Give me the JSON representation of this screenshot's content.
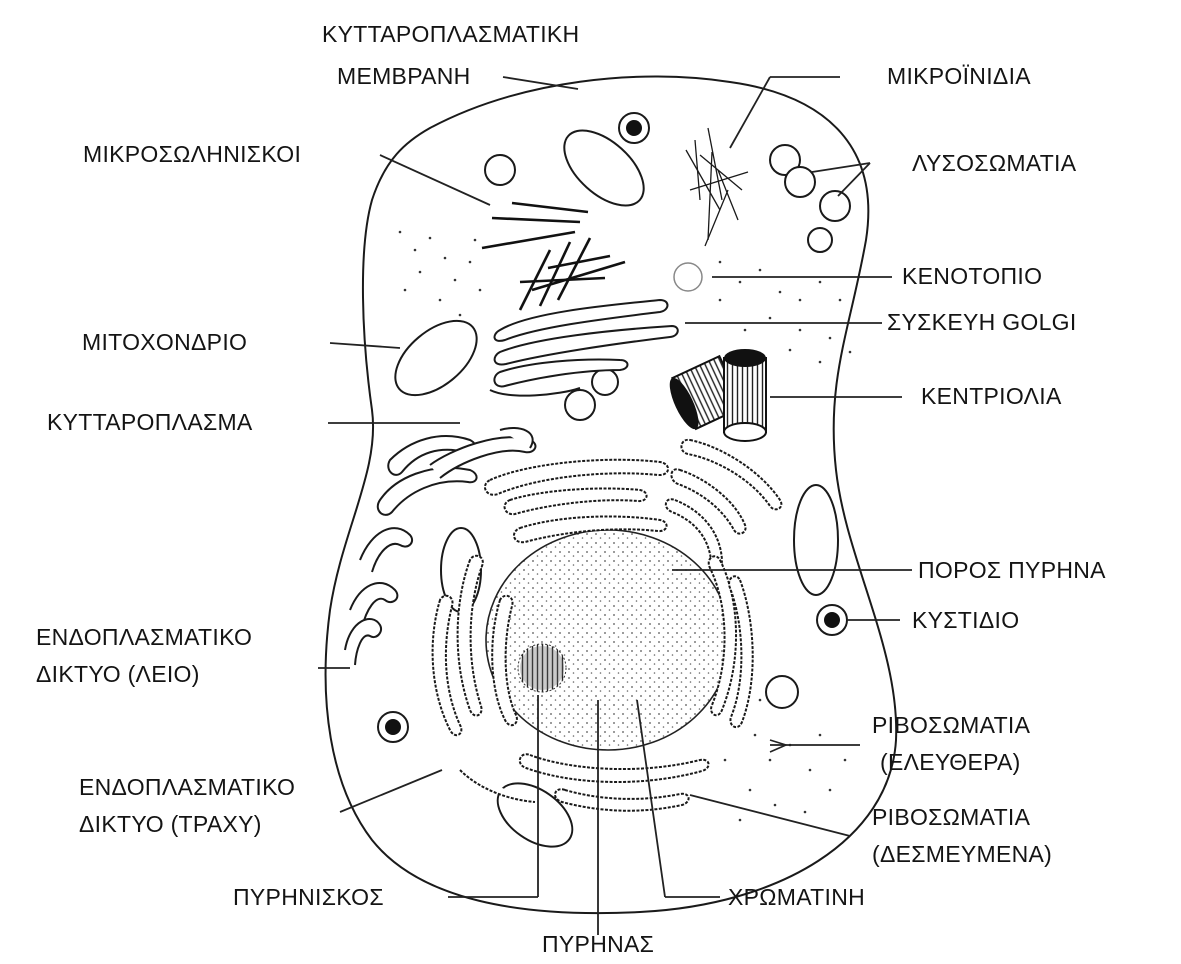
{
  "labels": {
    "cell_membrane_1": "ΚΥΤΤΑΡΟΠΛΑΣΜΑΤΙΚΗ",
    "cell_membrane_2": "ΜΕΜΒΡΑΝΗ",
    "microfilaments": "ΜΙΚΡΟΪΝΙΔΙΑ",
    "microtubules": "ΜΙΚΡΟΣΩΛΗΝΙΣΚΟΙ",
    "lysosomes": "ΛΥΣΟΣΩΜΑΤΙΑ",
    "vacuole": "ΚΕΝΟΤΟΠΙΟ",
    "mitochondrion": "ΜΙΤΟΧΟΝΔΡΙΟ",
    "golgi": "ΣΥΣΚΕΥΗ GOLGI",
    "centrioles": "ΚΕΝΤΡΙΟΛΙΑ",
    "cytoplasm": "ΚΥΤΤΑΡΟΠΛΑΣΜΑ",
    "nuclear_pore": "ΠΟΡΟΣ ΠΥΡΗΝΑ",
    "vesicle": "ΚΥΣΤΙΔΙΟ",
    "smooth_er_1": "ΕΝΔΟΠΛΑΣΜΑΤΙΚΟ",
    "smooth_er_2": "ΔΙΚΤΥΟ (ΛΕΙΟ)",
    "free_ribosomes_1": "ΡΙΒΟΣΩΜΑΤΙΑ",
    "free_ribosomes_2": "(ΕΛΕΥΘΕΡΑ)",
    "rough_er_1": "ΕΝΔΟΠΛΑΣΜΑΤΙΚΟ",
    "rough_er_2": "ΔΙΚΤΥΟ (ΤΡΑΧΥ)",
    "bound_ribosomes_1": "ΡΙΒΟΣΩΜΑΤΙΑ",
    "bound_ribosomes_2": "(ΔΕΣΜΕΥΜΕΝΑ)",
    "nucleolus": "ΠΥΡΗΝΙΣΚΟΣ",
    "chromatin": "ΧΡΩΜΑΤΙΝΗ",
    "nucleus": "ΠΥΡΗΝΑΣ"
  },
  "colors": {
    "ink": "#1a1a1a",
    "background": "#ffffff"
  }
}
